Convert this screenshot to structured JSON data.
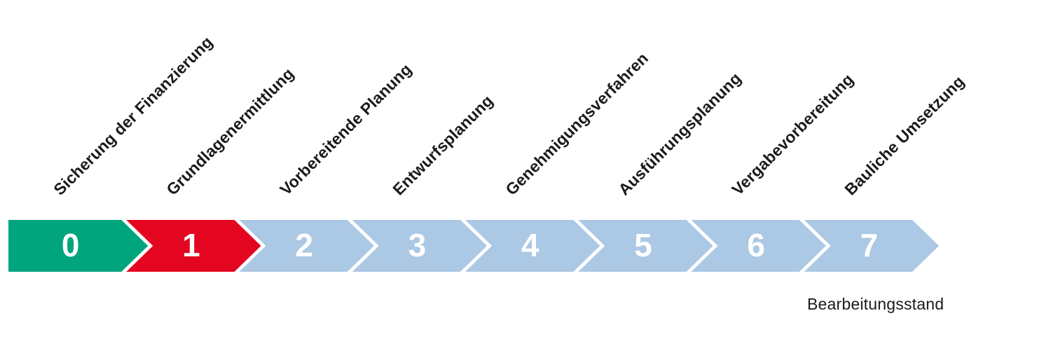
{
  "diagram": {
    "title": "",
    "caption": {
      "text": "Bearbeitungsstand"
    },
    "stages": [
      {
        "number": "0",
        "label": "Sicherung der Finanzierung",
        "color": "#00A57E",
        "status": "completed"
      },
      {
        "number": "1",
        "label": "Grundlagenermittlung",
        "color": "#E40521",
        "status": "current"
      },
      {
        "number": "2",
        "label": "Vorbereitende Planung",
        "color": "#ABC8E4",
        "status": "upcoming"
      },
      {
        "number": "3",
        "label": "Entwurfsplanung",
        "color": "#ABC8E4",
        "status": "upcoming"
      },
      {
        "number": "4",
        "label": "Genehmigungsverfahren",
        "color": "#ABC8E4",
        "status": "upcoming"
      },
      {
        "number": "5",
        "label": "Ausführungsplanung",
        "color": "#ABC8E4",
        "status": "upcoming"
      },
      {
        "number": "6",
        "label": "Vergabevorbereitung",
        "color": "#ABC8E4",
        "status": "upcoming"
      },
      {
        "number": "7",
        "label": "Bauliche Umsetzung",
        "color": "#ABC8E4",
        "status": "upcoming"
      }
    ],
    "colors": {
      "completed": "#00A57E",
      "current": "#E40521",
      "upcoming": "#ABC8E4",
      "number_text": "#FFFFFF",
      "label_text": "#1A1A1A",
      "background": "#FFFFFF",
      "separator": "#FFFFFF"
    }
  }
}
